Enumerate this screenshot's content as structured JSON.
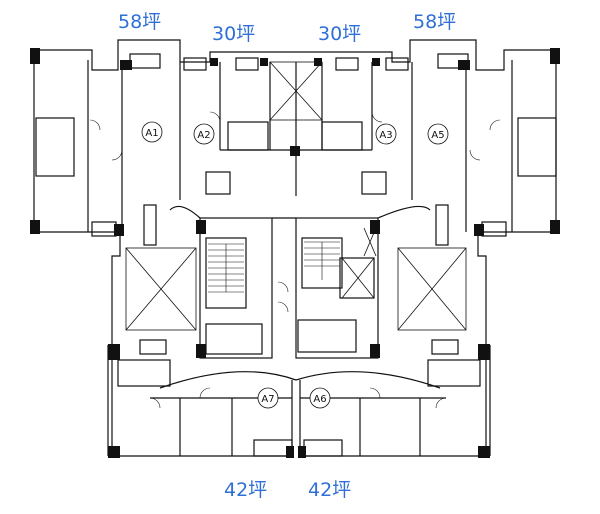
{
  "area_labels": {
    "top_left": "58坪",
    "top_center_left": "30坪",
    "top_center_right": "30坪",
    "top_right": "58坪",
    "bottom_left": "42坪",
    "bottom_right": "42坪"
  },
  "units": {
    "a1": "A1",
    "a2": "A2",
    "a3": "A3",
    "a5": "A5",
    "a6": "A6",
    "a7": "A7"
  },
  "colors": {
    "label_blue": "#2f6fd6",
    "wall": "#111111"
  }
}
